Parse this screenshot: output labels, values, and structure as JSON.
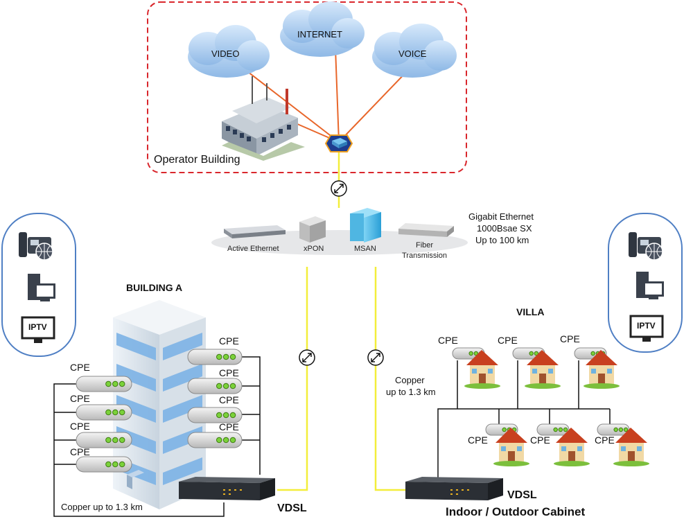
{
  "operator": {
    "label": "Operator Building",
    "clouds": [
      "VIDEO",
      "INTERNET",
      "VOICE"
    ]
  },
  "equipment_row": {
    "items": [
      "Active Ethernet",
      "xPON",
      "MSAN",
      "Fiber",
      "Transmission"
    ],
    "gigabit_lines": [
      "Gigabit Ethernet",
      "1000Bsae SX",
      "Up to 100 km"
    ]
  },
  "building_a": {
    "title": "BUILDING A",
    "cpe_label": "CPE",
    "copper": "Copper up to 1.3 km",
    "vdsl": "VDSL"
  },
  "villa": {
    "title": "VILLA",
    "cpe_label": "CPE",
    "copper_lines": [
      "Copper",
      "up to 1.3 km"
    ],
    "vdsl": "VDSL",
    "cabinet": "Indoor / Outdoor Cabinet"
  },
  "services": {
    "iptv": "IPTV"
  },
  "colors": {
    "operator_border": "#d9262c",
    "uplink": "#e8662a",
    "fiber": "#f3ee3a",
    "copper_wire": "#111111",
    "panel_border": "#4f7fc4",
    "cloud": "#9cc3ea"
  }
}
